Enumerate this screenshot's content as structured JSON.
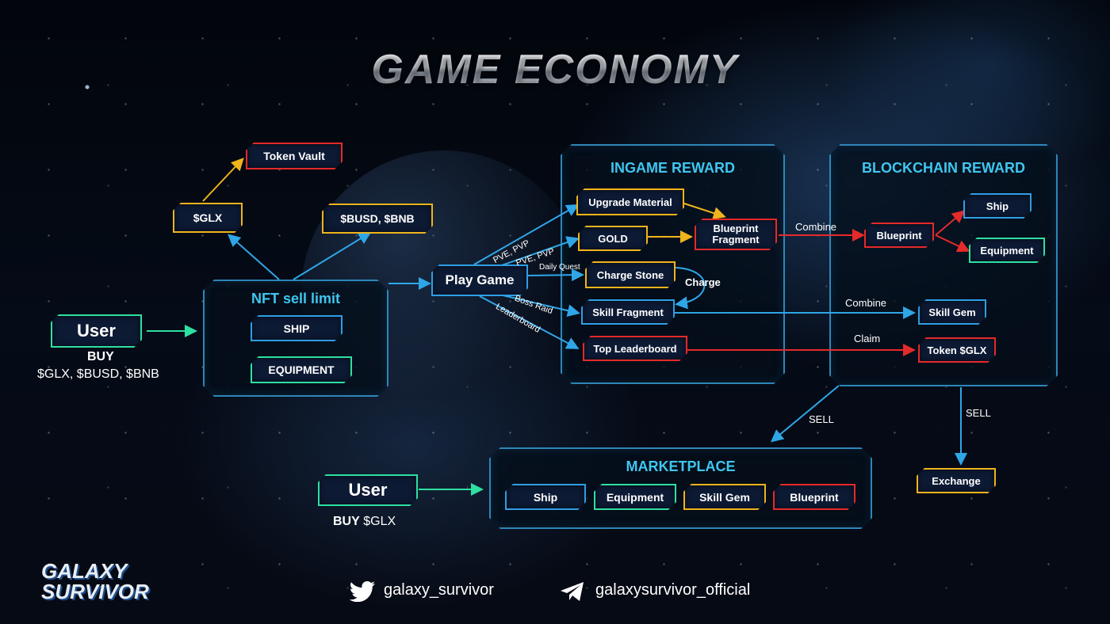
{
  "title": "GAME ECONOMY",
  "colors": {
    "yellow": "#f0b41c",
    "red": "#e52a2a",
    "blue": "#2f9ee3",
    "green": "#2ee0a0",
    "panel_title": "#3fc6ef"
  },
  "user1": {
    "label": "User",
    "buy": "BUY",
    "currencies": "$GLX, $BUSD, $BNB"
  },
  "nft_panel": {
    "title": "NFT sell limit",
    "ship": "SHIP",
    "equipment": "EQUIPMENT"
  },
  "glx": "$GLX",
  "token_vault": "Token Vault",
  "busd_bnb": "$BUSD, $BNB",
  "play_game": "Play Game",
  "flow_labels": {
    "pve1": "PVE, PVP",
    "pve2": "PVE, PVP",
    "daily": "Daily Quest",
    "boss": "Boss Raid",
    "leader": "Leaderboard",
    "charge": "Charge",
    "combine1": "Combine",
    "combine2": "Combine",
    "claim": "Claim",
    "sell1": "SELL",
    "sell2": "SELL"
  },
  "ingame": {
    "title": "INGAME REWARD",
    "upgrade": "Upgrade Material",
    "gold": "GOLD",
    "blueprint_frag_1": "Blueprint",
    "blueprint_frag_2": "Fragment",
    "charge_stone": "Charge Stone",
    "skill_fragment": "Skill Fragment",
    "top_leaderboard": "Top Leaderboard"
  },
  "blockchain": {
    "title": "BLOCKCHAIN REWARD",
    "blueprint": "Blueprint",
    "ship": "Ship",
    "equipment": "Equipment",
    "skill_gem": "Skill Gem",
    "token_glx": "Token $GLX"
  },
  "exchange": "Exchange",
  "marketplace": {
    "title": "MARKETPLACE",
    "ship": "Ship",
    "equipment": "Equipment",
    "skill_gem": "Skill Gem",
    "blueprint": "Blueprint"
  },
  "user2": {
    "label": "User",
    "buy": "BUY",
    "currency": "$GLX"
  },
  "logo": {
    "line1": "GALAXY",
    "line2": "SURVIVOR"
  },
  "social": {
    "twitter_icon": "twitter-bird-icon",
    "twitter": "galaxy_survivor",
    "telegram_icon": "telegram-plane-icon",
    "telegram": "galaxysurvivor_official"
  }
}
